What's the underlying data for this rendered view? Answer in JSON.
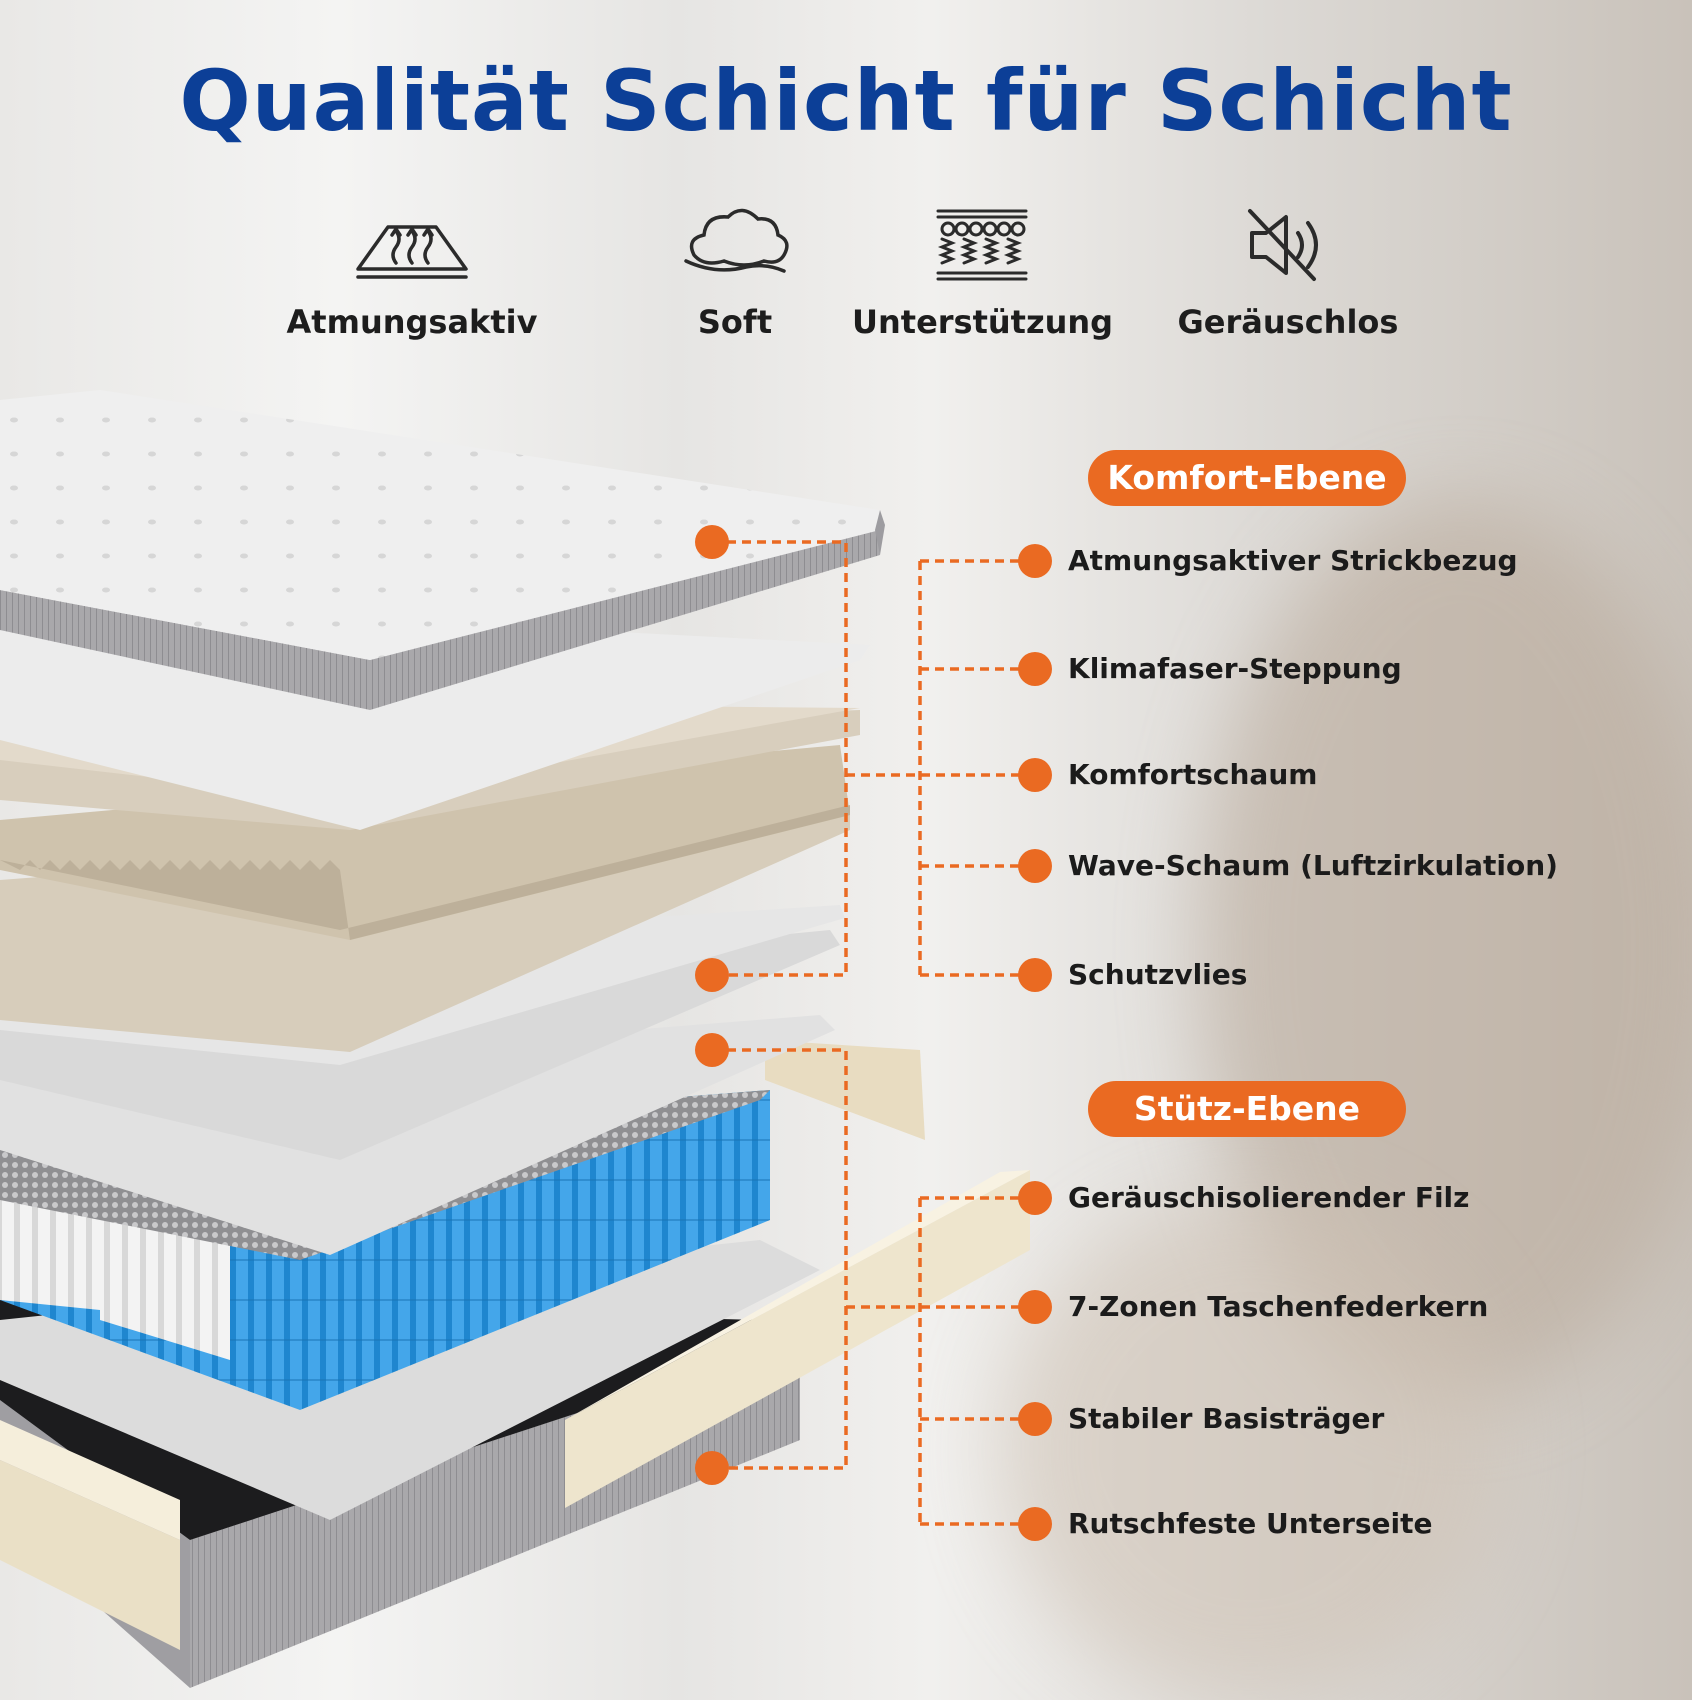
{
  "title": "Qualität Schicht für Schicht",
  "features": [
    {
      "label": "Atmungsaktiv",
      "icon": "breathable-layer-icon"
    },
    {
      "label": "Soft",
      "icon": "cloud-icon"
    },
    {
      "label": "Unterstützung",
      "icon": "spring-support-icon"
    },
    {
      "label": "Geräuschlos",
      "icon": "muted-speaker-icon"
    }
  ],
  "comfort": {
    "heading": "Komfort-Ebene",
    "items": [
      "Atmungsaktiver Strickbezug",
      "Klimafaser-Steppung",
      "Komfortschaum",
      "Wave-Schaum (Luftzirkulation)",
      "Schutzvlies"
    ]
  },
  "support": {
    "heading": "Stütz-Ebene",
    "items": [
      "Geräuschisolierender Filz",
      "7-Zonen Taschenfederkern",
      "Stabiler Basisträger",
      "Rutschfeste Unterseite"
    ]
  },
  "colors": {
    "title": "#0c3f97",
    "accent": "#ea6a22",
    "text": "#1b1b1b",
    "spring_blue": "#2a93dc",
    "foam_beige": "#d9cfbe"
  }
}
